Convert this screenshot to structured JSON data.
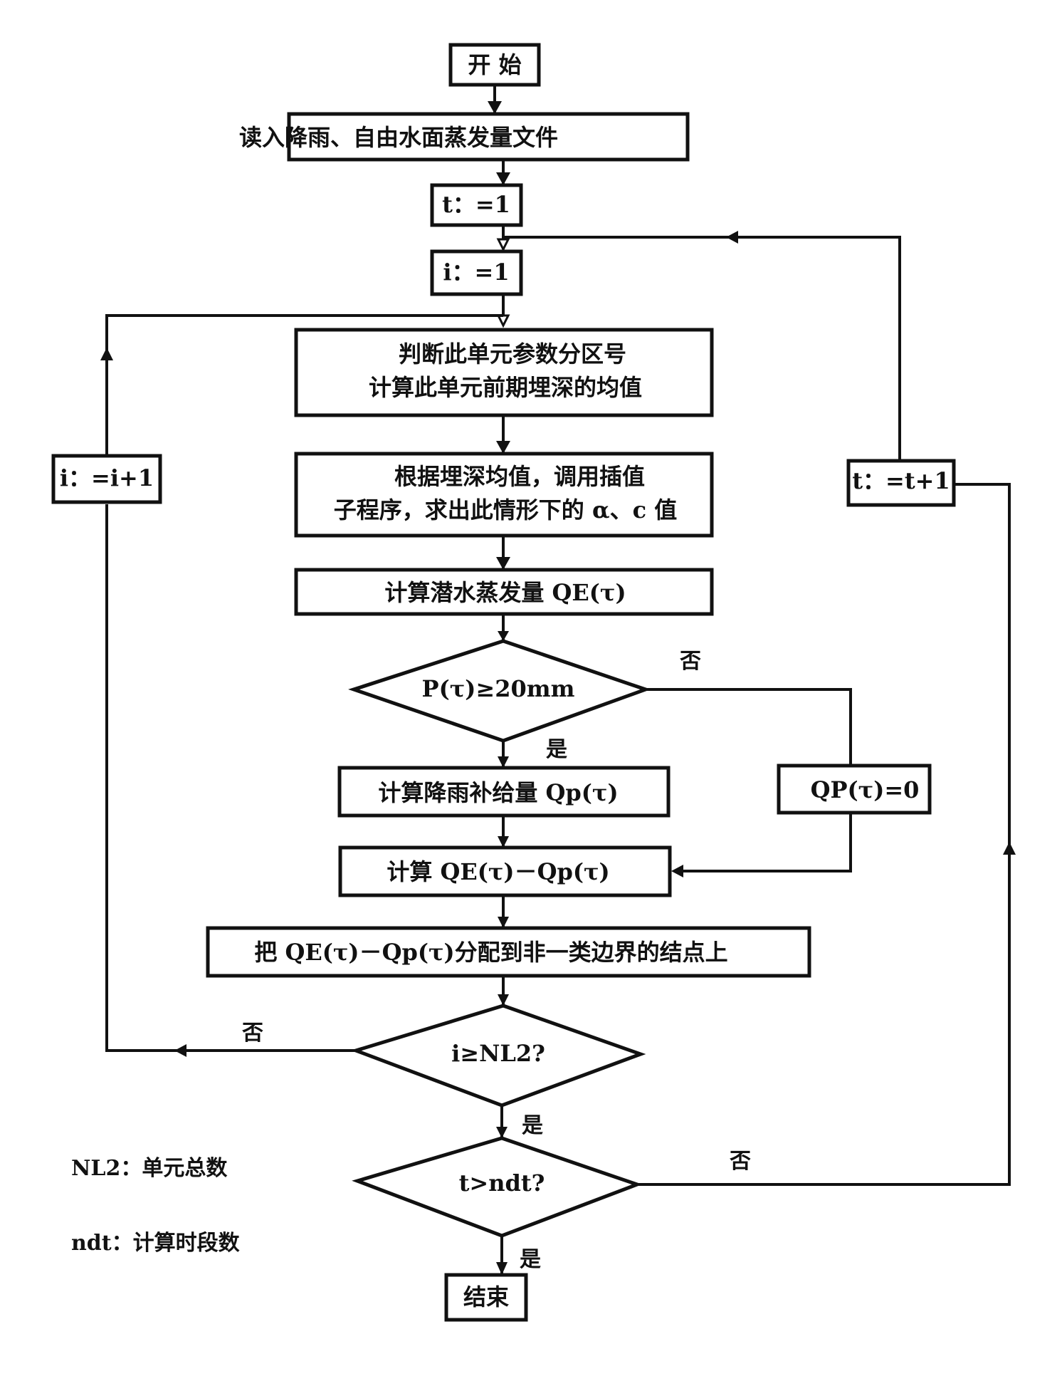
{
  "diagram": {
    "type": "flowchart",
    "nodes": {
      "start": "开  始",
      "read_files": "读入降雨、自由水面蒸发量文件",
      "init_t": "t：=1",
      "init_i": "i：=1",
      "judge_zone_line1": "判断此单元参数分区号",
      "judge_zone_line2": "计算此单元前期埋深的均值",
      "interp_line1": "根据埋深均值，调用插值",
      "interp_line2": "子程序，求出此情形下的 α、c 值",
      "calc_qe": "计算潜水蒸发量 QE(τ)",
      "decision_rain": "P(τ)≥20mm",
      "calc_qp": "计算降雨补给量 Qp(τ)",
      "qp_zero": "QP(τ)=0",
      "calc_diff": "计算 QE(τ)－Qp(τ)",
      "distribute": "把 QE(τ)－Qp(τ)分配到非一类边界的结点上",
      "decision_i": "i≥NL2?",
      "decision_t": "t>ndt?",
      "inc_i": "i：=i+1",
      "inc_t": "t：=t+1",
      "end": "结束"
    },
    "edge_labels": {
      "rain_no": "否",
      "rain_yes": "是",
      "i_no": "否",
      "i_yes": "是",
      "t_no": "否",
      "t_yes": "是"
    },
    "legend": [
      "NL2：单元总数",
      "ndt：计算时段数"
    ]
  }
}
